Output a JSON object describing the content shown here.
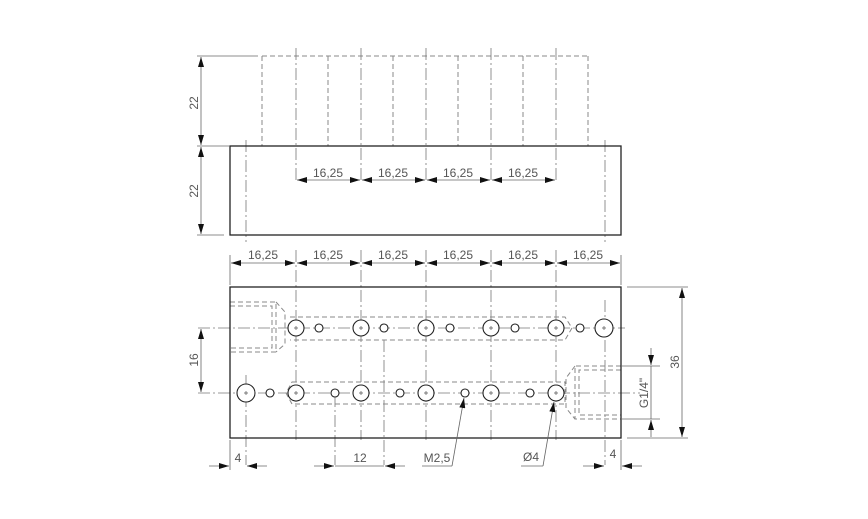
{
  "drawing": {
    "type": "technical-drawing",
    "subject": "manifold block with 2 rows of holes",
    "side_view": {
      "heights": {
        "lower": "22",
        "upper": "22"
      },
      "pitch_labels": [
        "16,25",
        "16,25",
        "16,25",
        "16,25"
      ]
    },
    "top_view": {
      "pitch_labels": [
        "16,25",
        "16,25",
        "16,25",
        "16,25",
        "16,25",
        "16,25"
      ],
      "row_spacing": "16",
      "overall_width": "36",
      "port_thread": "G1/4\"",
      "left_offset": "4",
      "right_offset": "4",
      "small_hole_spacing": "12",
      "small_hole_callout": "M2,5",
      "large_hole_callout": "Ø4"
    },
    "colors": {
      "outline": "#222222",
      "dim": "#666666",
      "hidden": "#888888"
    }
  }
}
